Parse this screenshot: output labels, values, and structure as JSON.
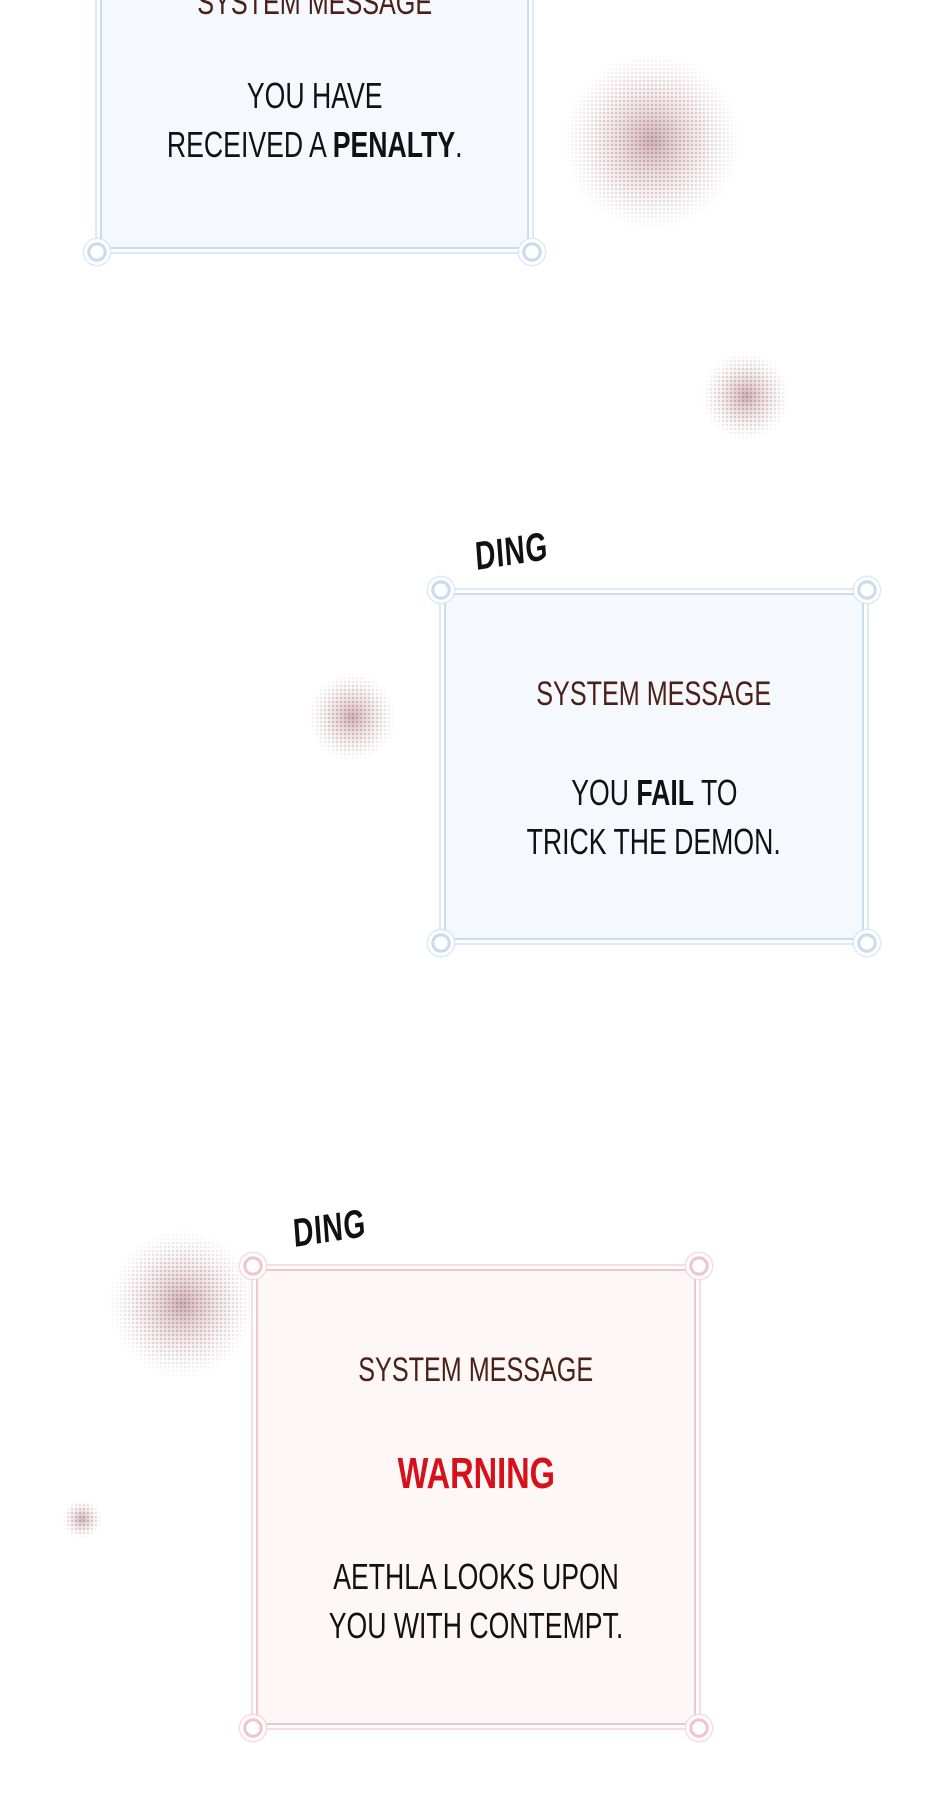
{
  "panels": [
    {
      "title": "SYSTEM MESSAGE",
      "line1": "YOU HAVE",
      "line2_pre": "RECEIVED A ",
      "line2_bold": "PENALTY",
      "line2_post": "."
    },
    {
      "sfx": "DING",
      "title": "SYSTEM MESSAGE",
      "line1_pre": "YOU ",
      "line1_bold": "FAIL",
      "line1_post": " TO",
      "line2": "TRICK THE DEMON."
    },
    {
      "sfx": "DING",
      "title": "SYSTEM MESSAGE",
      "warning": "WARNING",
      "line1": "AETHLA LOOKS UPON",
      "line2": "YOU WITH CONTEMPT."
    }
  ],
  "colors": {
    "title": "#4a2018",
    "warning": "#d8101a",
    "blue_frame": "#c9dcf0",
    "pink_frame": "#f0c6cd"
  }
}
